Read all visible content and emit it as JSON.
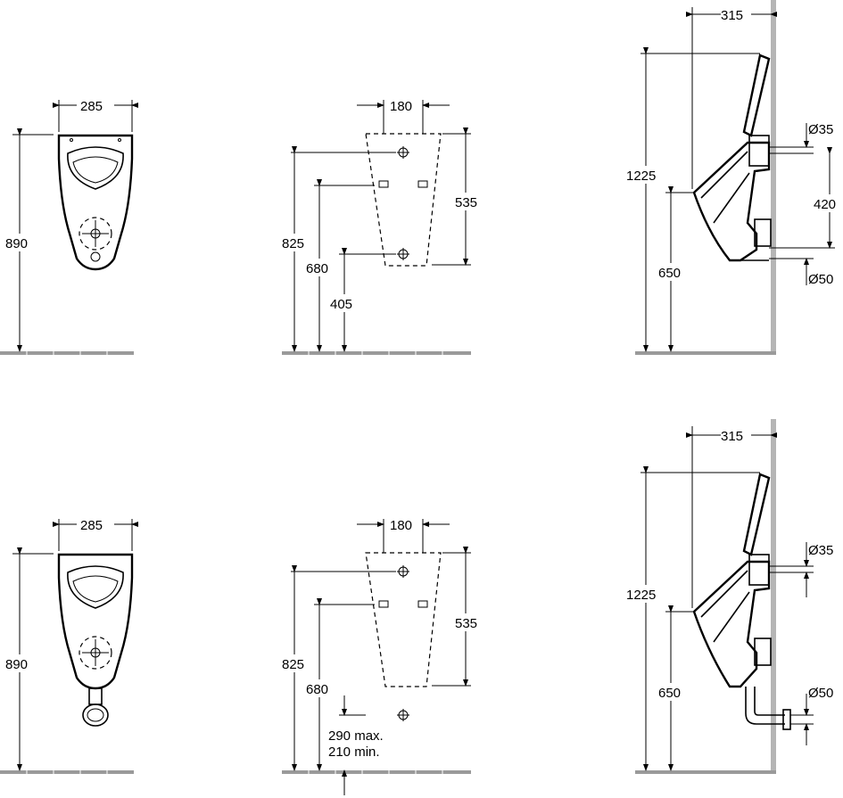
{
  "top": {
    "front_view": {
      "width": "285",
      "height": "890"
    },
    "mounting": {
      "width": "180",
      "h825": "825",
      "h680": "680",
      "h405": "405",
      "h535": "535"
    },
    "side_view": {
      "depth": "315",
      "h1225": "1225",
      "h650": "650",
      "d35": "Ø35",
      "h420": "420",
      "d50": "Ø50"
    }
  },
  "bottom": {
    "front_view": {
      "width": "285",
      "height": "890"
    },
    "mounting": {
      "width": "180",
      "h825": "825",
      "h680": "680",
      "h535": "535",
      "max": "290 max.",
      "min": "210 min."
    },
    "side_view": {
      "depth": "315",
      "h1225": "1225",
      "h650": "650",
      "d35": "Ø35",
      "d50": "Ø50"
    }
  }
}
